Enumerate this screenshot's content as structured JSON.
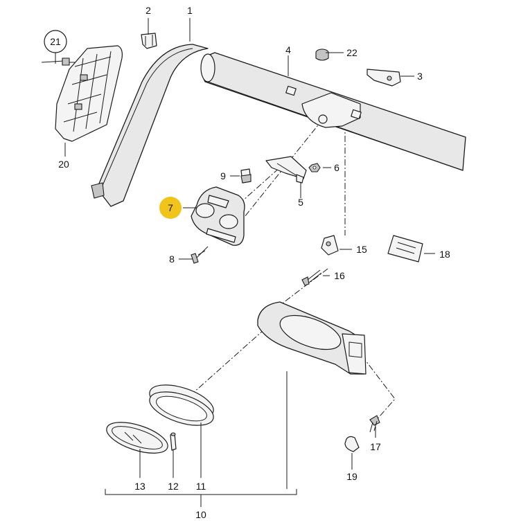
{
  "diagram": {
    "highlight_color": "#f0c419",
    "callouts": [
      {
        "id": "c1",
        "label": "1"
      },
      {
        "id": "c2",
        "label": "2"
      },
      {
        "id": "c3",
        "label": "3"
      },
      {
        "id": "c4",
        "label": "4"
      },
      {
        "id": "c5",
        "label": "5"
      },
      {
        "id": "c6",
        "label": "6"
      },
      {
        "id": "c7",
        "label": "7",
        "highlighted": true
      },
      {
        "id": "c8",
        "label": "8"
      },
      {
        "id": "c9",
        "label": "9"
      },
      {
        "id": "c10",
        "label": "10"
      },
      {
        "id": "c11",
        "label": "11"
      },
      {
        "id": "c12",
        "label": "12"
      },
      {
        "id": "c13",
        "label": "13"
      },
      {
        "id": "c15",
        "label": "15"
      },
      {
        "id": "c16",
        "label": "16"
      },
      {
        "id": "c17",
        "label": "17"
      },
      {
        "id": "c18",
        "label": "18"
      },
      {
        "id": "c19",
        "label": "19"
      },
      {
        "id": "c20",
        "label": "20"
      },
      {
        "id": "c21",
        "label": "21",
        "circled": true
      },
      {
        "id": "c22",
        "label": "22"
      }
    ]
  }
}
